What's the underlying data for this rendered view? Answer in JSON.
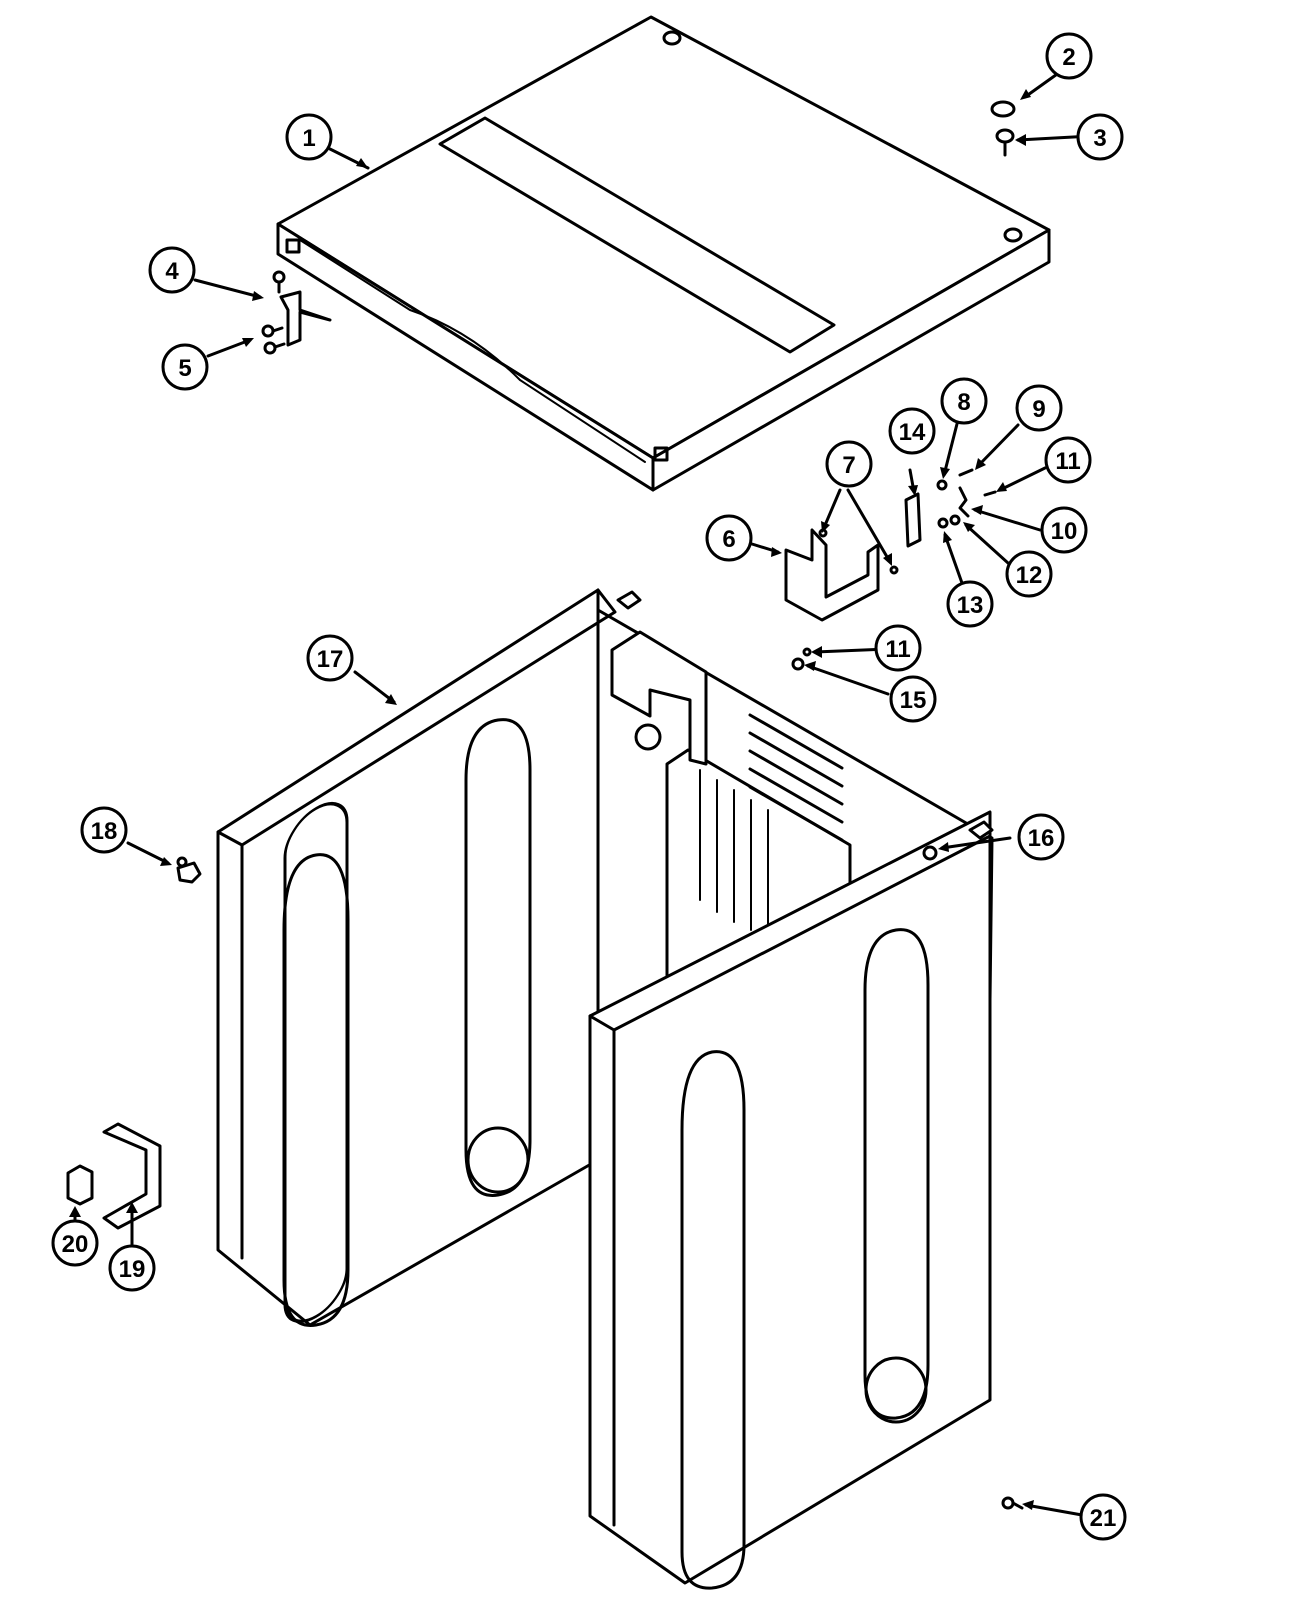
{
  "diagram": {
    "callouts": [
      {
        "id": "1",
        "label": "1"
      },
      {
        "id": "2",
        "label": "2"
      },
      {
        "id": "3",
        "label": "3"
      },
      {
        "id": "4",
        "label": "4"
      },
      {
        "id": "5",
        "label": "5"
      },
      {
        "id": "6",
        "label": "6"
      },
      {
        "id": "7",
        "label": "7"
      },
      {
        "id": "8",
        "label": "8"
      },
      {
        "id": "9",
        "label": "9"
      },
      {
        "id": "11a",
        "label": "11"
      },
      {
        "id": "10",
        "label": "10"
      },
      {
        "id": "12",
        "label": "12"
      },
      {
        "id": "13",
        "label": "13"
      },
      {
        "id": "14",
        "label": "14"
      },
      {
        "id": "11b",
        "label": "11"
      },
      {
        "id": "15",
        "label": "15"
      },
      {
        "id": "16",
        "label": "16"
      },
      {
        "id": "17",
        "label": "17"
      },
      {
        "id": "18",
        "label": "18"
      },
      {
        "id": "19",
        "label": "19"
      },
      {
        "id": "20",
        "label": "20"
      },
      {
        "id": "21",
        "label": "21"
      }
    ]
  }
}
